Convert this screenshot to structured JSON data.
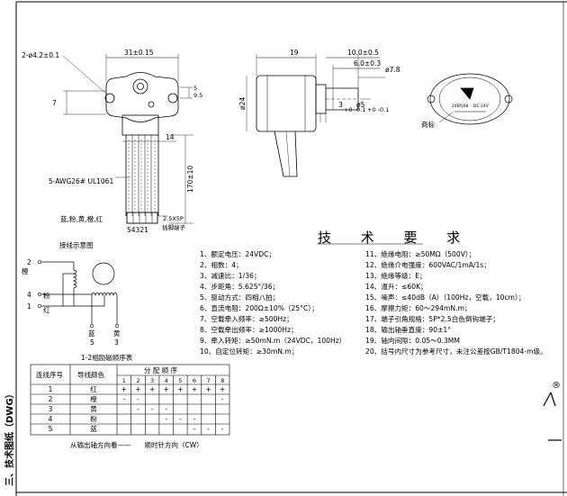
{
  "section_label": "三、技术图纸（DWG）",
  "top_view": {
    "hole_dim": "2-ø4.2±0.1",
    "width_dim": "31±0.15",
    "height_7": "7",
    "dim_5": "5",
    "dim_9_5": "9.5",
    "dim_14": "14",
    "cable_len": "170±10",
    "wire_label": "5-AWG26# UL1061",
    "colors_row": "蓝,粉,黄,橙,红",
    "conn_label": "2.5X5P",
    "conn_sub": "插脚端子",
    "pin_numbers": "54321"
  },
  "side_view": {
    "dim_19": "19",
    "dim_10": "10.0±0.5",
    "dim_6": "6.0±0.3",
    "dim_78": "ø7.8",
    "dim_24": "ø24",
    "dim_3": "3",
    "dim_3_tol": "+0\n-0.1",
    "dim_5": "ø5",
    "dim_5_tol": "+0\n-0.1"
  },
  "product_label": {
    "callout": "商标",
    "model": "24BYJ48",
    "voltage": "DC 24V"
  },
  "wiring": {
    "title": "接线示意图",
    "terminals": [
      "2",
      "橙",
      "4",
      "粉",
      "1",
      "红",
      "蓝",
      "5",
      "黄",
      "3"
    ],
    "caption": "1-2相励磁顺序表"
  },
  "spec_title": "技 术 要 求",
  "specs_left": [
    "1、额定电压：24VDC；",
    "2、相数：4；",
    "3、减速比：1/36；",
    "4、步距角：5.625°/36；",
    "5、驱动方式：四相八拍；",
    "6、直流电阻：200Ω±10%（25°C）；",
    "7、空载牵入频率：≥500Hz；",
    "8、空载牵出频率：≥1000Hz；",
    "9、牵入转矩：≥50mN.m（24VDC，100Hz）",
    "10、自定位转矩：≥30mN.m；"
  ],
  "specs_right": [
    "11、绝缘电阻：≥50MΩ（500V）；",
    "12、绝缘介电强度：600VAC/1mA/1s；",
    "13、绝缘等级：E；",
    "14、温升：≤60K；",
    "15、噪声：≤40dB（A）（100Hz，空载，10cm）；",
    "16、摩擦力矩：60～294mN.m；",
    "17、端子引角规格：5P*2.5白色倒钩端子；",
    "18、输出轴垂直度：90±1°",
    "19、轴向间隙：0.05～0.3MM",
    "20、括号内尺寸为参考尺寸，未注公差按GB/T1804-m级。"
  ],
  "sequence_table": {
    "header_wire_no": "连线序号",
    "header_wire_color": "导线颜色",
    "header_sequence": "分 配 顺 序",
    "steps": [
      "1",
      "2",
      "3",
      "4",
      "5",
      "6",
      "7",
      "8"
    ],
    "rows": [
      {
        "no": "1",
        "color": "红",
        "marks": [
          "+",
          "+",
          "+",
          "+",
          "+",
          "+",
          "+",
          "+"
        ]
      },
      {
        "no": "2",
        "color": "橙",
        "marks": [
          "-",
          "-",
          "",
          "",
          "",
          "",
          "",
          "-"
        ]
      },
      {
        "no": "3",
        "color": "黄",
        "marks": [
          "",
          "-",
          "-",
          "-",
          "",
          "",
          "",
          ""
        ]
      },
      {
        "no": "4",
        "color": "粉",
        "marks": [
          "",
          "",
          "",
          "-",
          "-",
          "-",
          "",
          ""
        ]
      },
      {
        "no": "5",
        "color": "蓝",
        "marks": [
          "",
          "",
          "",
          "",
          "",
          "-",
          "-",
          "-"
        ]
      }
    ],
    "footer": "从输出轴方向看——　　顺时针方向（CW）"
  }
}
